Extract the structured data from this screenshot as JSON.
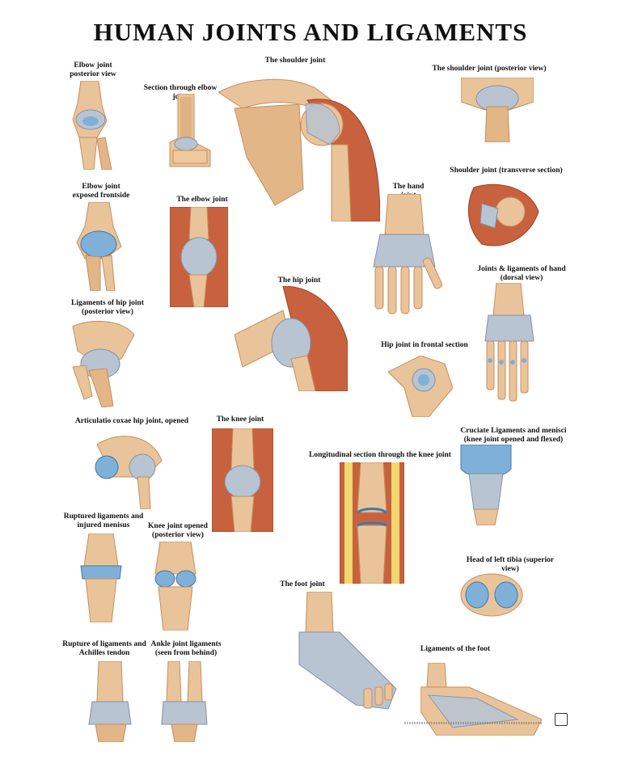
{
  "poster": {
    "title": "HUMAN JOINTS AND LIGAMENTS",
    "panels": [
      {
        "key": "elbow_posterior",
        "title": "Elbow joint\nposterior view"
      },
      {
        "key": "elbow_section",
        "title": "Section through elbow joint"
      },
      {
        "key": "shoulder",
        "title": "The shoulder joint"
      },
      {
        "key": "shoulder_posterior",
        "title": "The shoulder joint (posterior view)"
      },
      {
        "key": "elbow_exposed",
        "title": "Elbow joint\nexposed frontside"
      },
      {
        "key": "elbow_joint",
        "title": "The elbow joint"
      },
      {
        "key": "hand_joint",
        "title": "The hand joint"
      },
      {
        "key": "shoulder_transverse",
        "title": "Shoulder joint (transverse section)"
      },
      {
        "key": "hand_dorsal",
        "title": "Joints & ligaments of hand\n(dorsal view)"
      },
      {
        "key": "hip_posterior",
        "title": "Ligaments of hip joint\n(posterior view)"
      },
      {
        "key": "hip_joint",
        "title": "The hip joint"
      },
      {
        "key": "hip_frontal",
        "title": "Hip joint in frontal section"
      },
      {
        "key": "coxae_opened",
        "title": "Articulatio coxae hip joint, opened"
      },
      {
        "key": "knee_joint",
        "title": "The knee joint"
      },
      {
        "key": "knee_longitudinal",
        "title": "Longitudinal section through the knee joint"
      },
      {
        "key": "cruciate",
        "title": "Cruciate Ligaments and menisci\n(knee joint opened and flexed)"
      },
      {
        "key": "ruptured",
        "title": "Ruptured ligaments and\ninjured menisus"
      },
      {
        "key": "knee_posterior",
        "title": "Knee joint opened\n(posterior view)"
      },
      {
        "key": "tibia_head",
        "title": "Head of left tibia (superior view)"
      },
      {
        "key": "foot_joint",
        "title": "The foot joint"
      },
      {
        "key": "achilles",
        "title": "Rupture of ligaments and\nAchilles tendon"
      },
      {
        "key": "ankle_behind",
        "title": "Ankle joint ligaments\n(seen from behind)"
      },
      {
        "key": "foot_ligaments",
        "title": "Ligaments of the foot"
      }
    ]
  },
  "colors": {
    "bone": "#e9c49a",
    "bone_dark": "#c88d5c",
    "muscle": "#c8623e",
    "muscle_dark": "#9e3d22",
    "ligament": "#b9c4d2",
    "ligament_dark": "#8291a5",
    "cartilage": "#7fb0d8",
    "cartilage_dark": "#3f78b0",
    "fat": "#f0d770",
    "skin": "#f2d3b8"
  }
}
